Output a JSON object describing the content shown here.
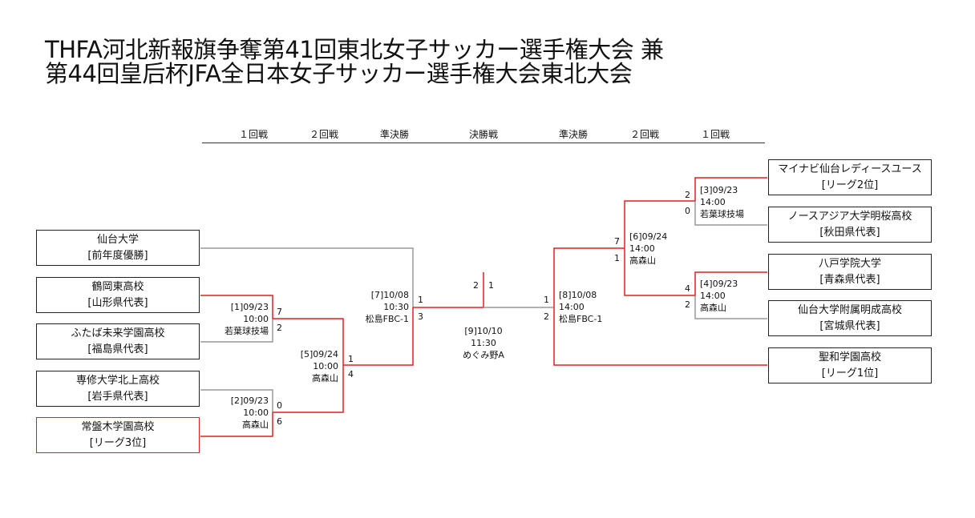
{
  "title": {
    "line1": "THFA河北新報旗争奪第41回東北女子サッカー選手権大会 兼",
    "line2": "第44回皇后杯JFA全日本女子サッカー選手権大会東北大会"
  },
  "rounds": {
    "left": [
      "１回戦",
      "２回戦",
      "準決勝"
    ],
    "final": "決勝戦",
    "right": [
      "準決勝",
      "２回戦",
      "１回戦"
    ]
  },
  "teams_left": [
    {
      "name": "仙台大学",
      "note": "[前年度優勝]"
    },
    {
      "name": "鶴岡東高校",
      "note": "[山形県代表]"
    },
    {
      "name": "ふたば未来学園高校",
      "note": "[福島県代表]"
    },
    {
      "name": "専修大学北上高校",
      "note": "[岩手県代表]"
    },
    {
      "name": "常盤木学園高校",
      "note": "[リーグ3位]"
    }
  ],
  "teams_right": [
    {
      "name": "マイナビ仙台レディースユース",
      "note": "[リーグ2位]"
    },
    {
      "name": "ノースアジア大学明桜高校",
      "note": "[秋田県代表]"
    },
    {
      "name": "八戸学院大学",
      "note": "[青森県代表]"
    },
    {
      "name": "仙台大学附属明成高校",
      "note": "[宮城県代表]"
    },
    {
      "name": "聖和学園高校",
      "note": "[リーグ1位]"
    }
  ],
  "matches": {
    "m1": {
      "date": "[1]09/23",
      "time": "10:00",
      "venue": "若葉球技場",
      "score_top": "7",
      "score_bottom": "2"
    },
    "m2": {
      "date": "[2]09/23",
      "time": "10:00",
      "venue": "高森山",
      "score_top": "0",
      "score_bottom": "6"
    },
    "m3": {
      "date": "[3]09/23",
      "time": "14:00",
      "venue": "若葉球技場",
      "score_top": "2",
      "score_bottom": "0"
    },
    "m4": {
      "date": "[4]09/23",
      "time": "14:00",
      "venue": "高森山",
      "score_top": "4",
      "score_bottom": "2"
    },
    "m5": {
      "date": "[5]09/24",
      "time": "10:00",
      "venue": "高森山",
      "score_top": "1",
      "score_bottom": "4"
    },
    "m6": {
      "date": "[6]09/24",
      "time": "14:00",
      "venue": "高森山",
      "score_top": "7",
      "score_bottom": "1"
    },
    "m7": {
      "date": "[7]10/08",
      "time": "10:30",
      "venue": "松島FBC-1",
      "score_top": "1",
      "score_bottom": "3"
    },
    "m8": {
      "date": "[8]10/08",
      "time": "14:00",
      "venue": "松島FBC-1",
      "score_top": "1",
      "score_bottom": "2"
    },
    "m9": {
      "date": "[9]10/10",
      "time": "11:30",
      "venue": "めぐみ野A",
      "score_left": "2",
      "score_right": "1"
    }
  },
  "colors": {
    "win": "#e02020",
    "lose": "#999999",
    "border": "#222222"
  }
}
